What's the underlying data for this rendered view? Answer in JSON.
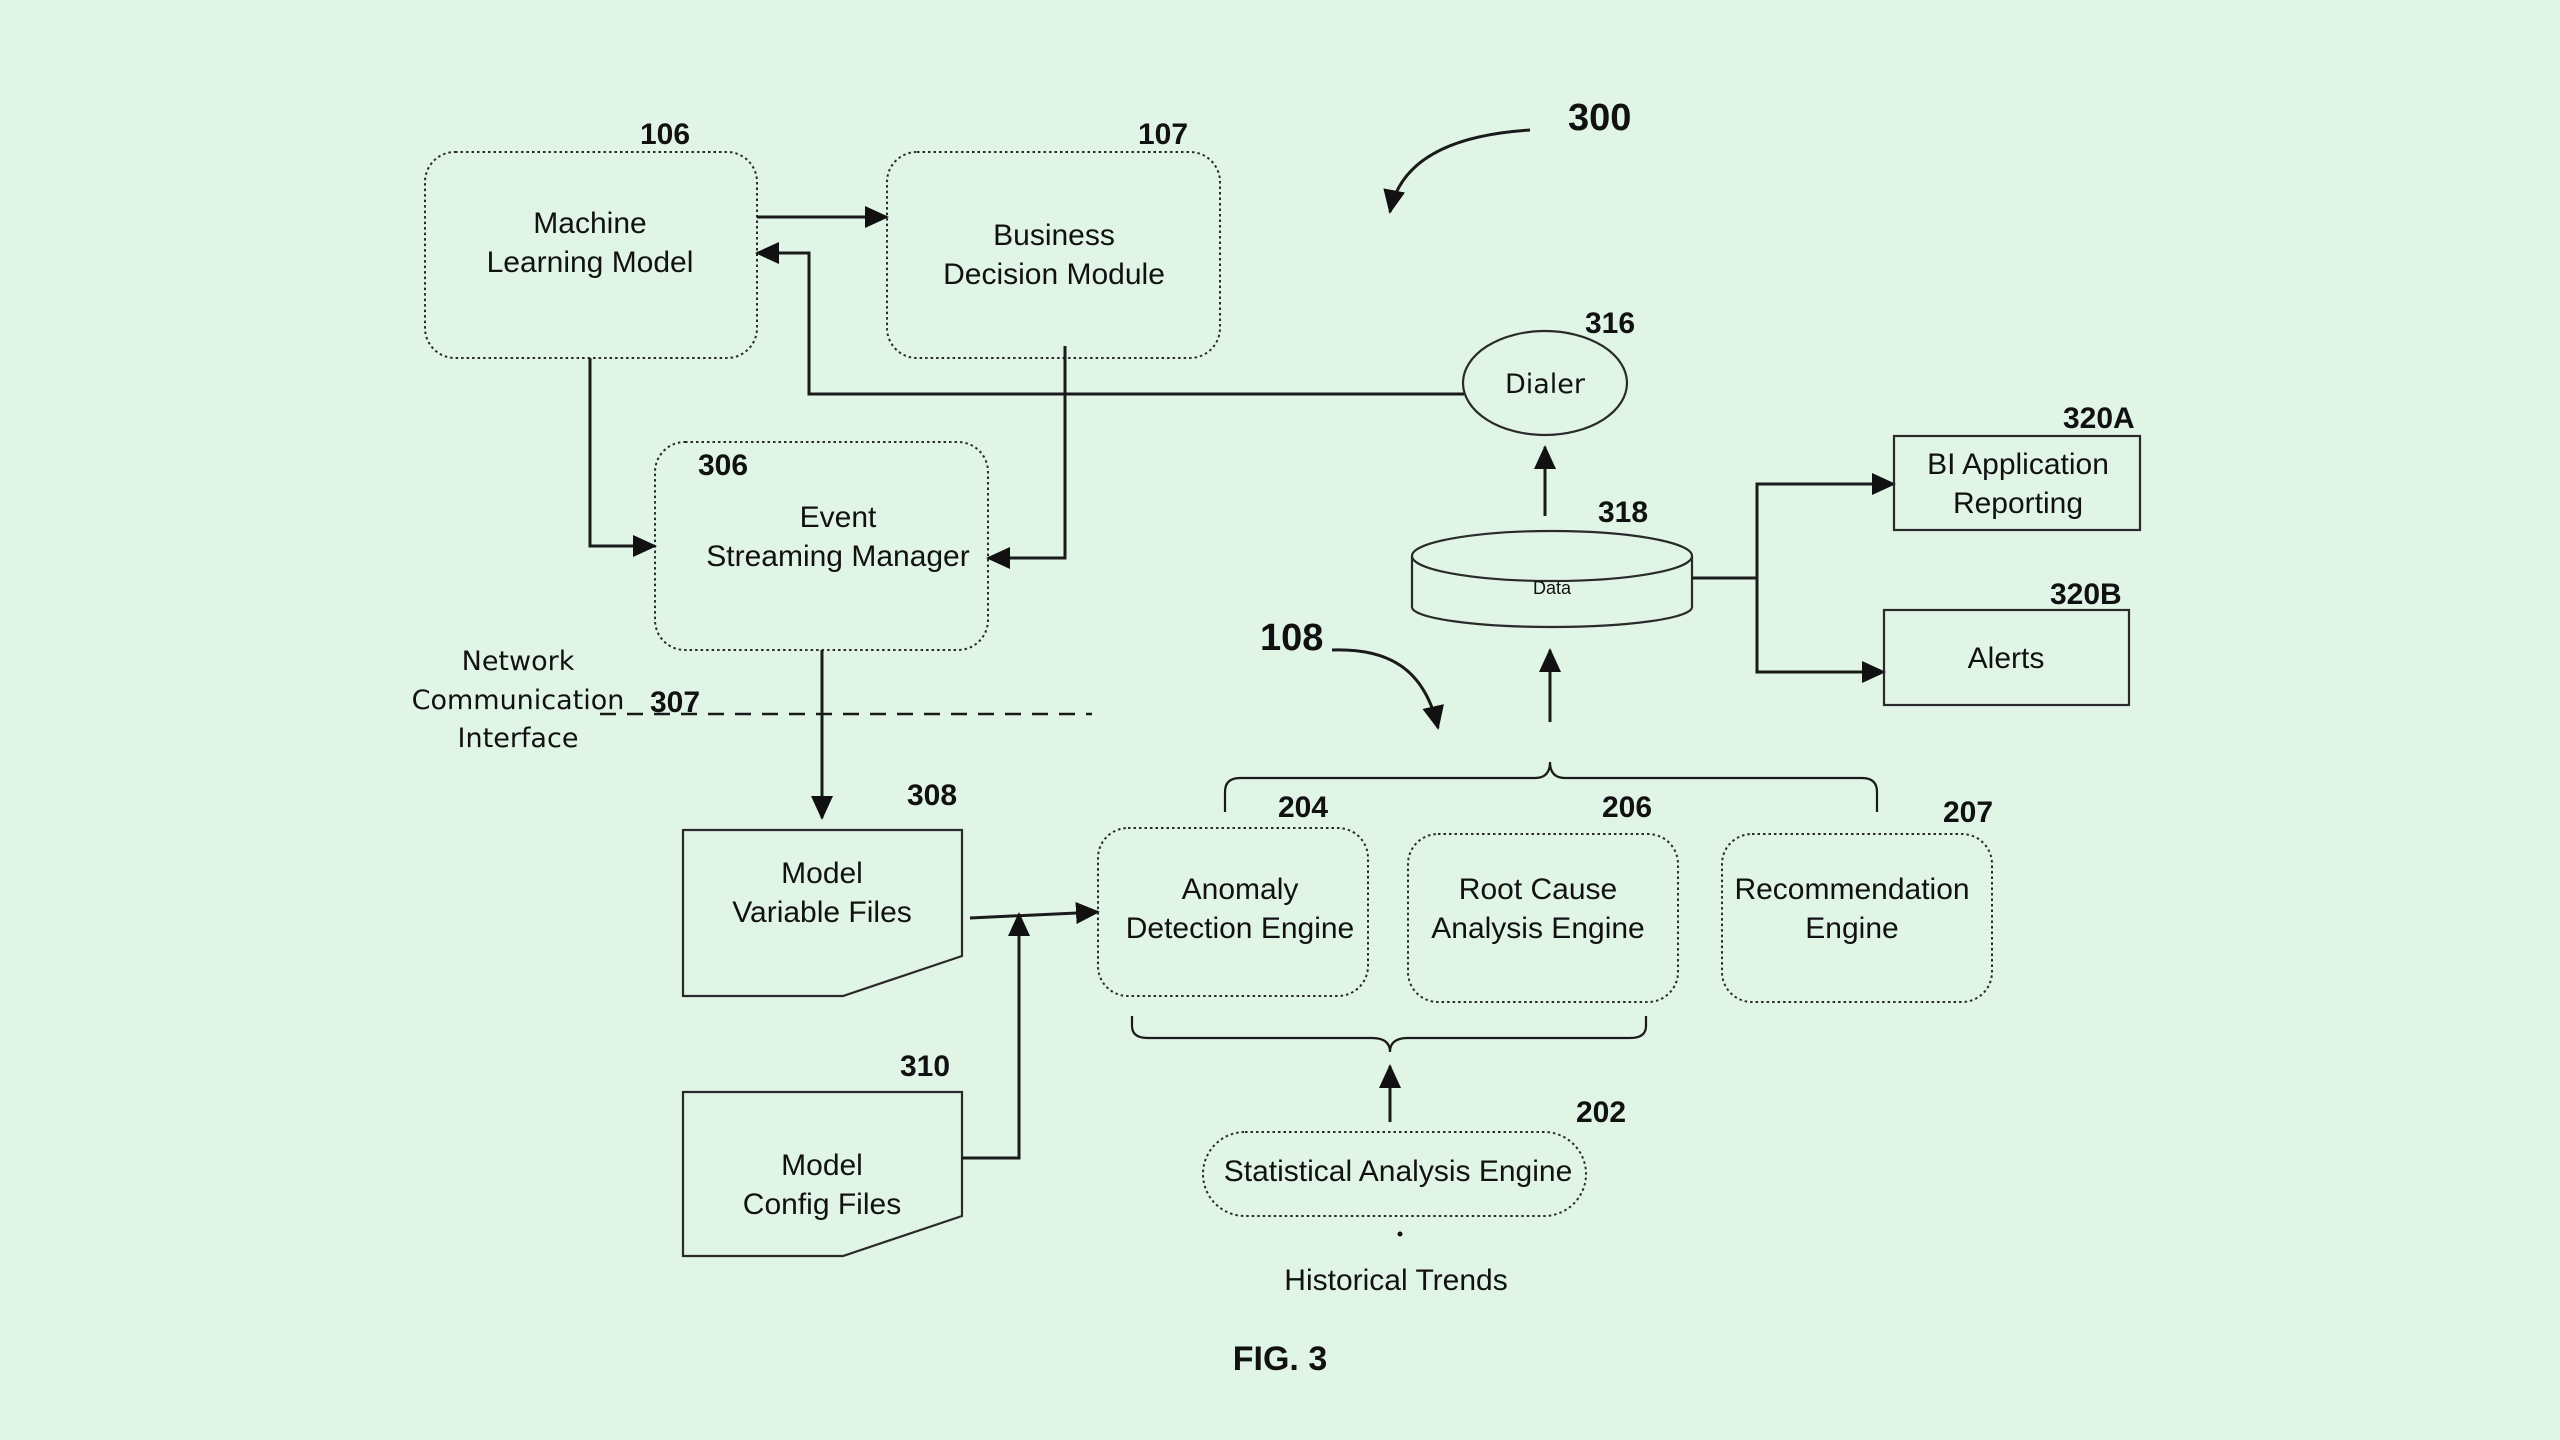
{
  "figure_label": "FIG. 3",
  "refs": {
    "r300": "300",
    "r108": "108",
    "r106": "106",
    "r107": "107",
    "r306": "306",
    "r307": "307",
    "r308": "308",
    "r310": "310",
    "r316": "316",
    "r318": "318",
    "r320a": "320A",
    "r320b": "320B",
    "r204": "204",
    "r206": "206",
    "r207": "207",
    "r202": "202"
  },
  "nodes": {
    "ml_model": [
      "Machine",
      "Learning Model"
    ],
    "business_decision": [
      "Business",
      "Decision Module"
    ],
    "event_streaming": [
      "Event",
      "Streaming Manager"
    ],
    "network_interface": [
      "Network",
      "Communication",
      "Interface"
    ],
    "model_variable_files": [
      "Model",
      "Variable Files"
    ],
    "model_config_files": [
      "Model",
      "Config Files"
    ],
    "dialer": "Dialer",
    "data_store": "Data",
    "bi_reporting": [
      "BI Application",
      "Reporting"
    ],
    "alerts": "Alerts",
    "anomaly_engine": [
      "Anomaly",
      "Detection Engine"
    ],
    "root_cause_engine": [
      "Root Cause",
      "Analysis Engine"
    ],
    "recommendation_engine": [
      "Recommendation",
      "Engine"
    ],
    "statistical_engine": "Statistical Analysis Engine",
    "historical_trends": "Historical Trends"
  }
}
